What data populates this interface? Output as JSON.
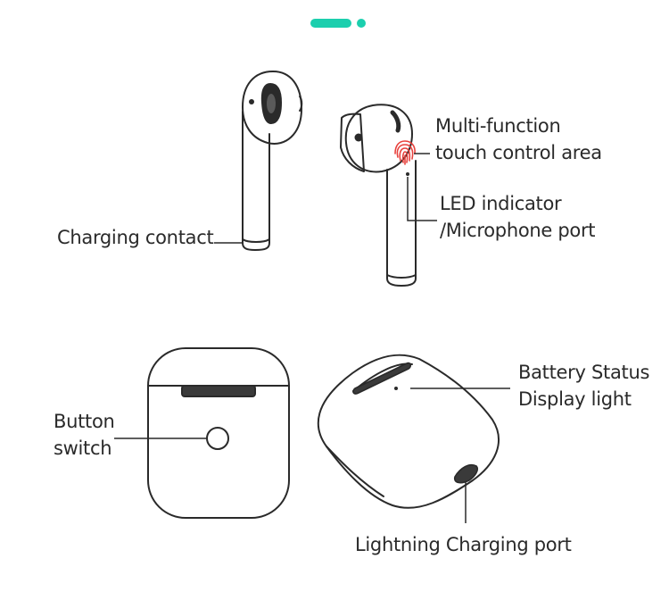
{
  "colors": {
    "accent_teal": "#1ccfae",
    "line": "#2a2a2a",
    "fingerprint_red": "#e8413c"
  },
  "icons": {
    "carousel_indicator": "carousel-dots-icon",
    "touch_area": "fingerprint-icon"
  },
  "labels": {
    "charging_contact": "Charging contact",
    "multi_function_line1": "Multi-function",
    "multi_function_line2": "touch control area",
    "led_line1": "LED indicator",
    "led_line2": "/Microphone port",
    "button_line1": "Button",
    "button_line2": "switch",
    "battery_line1": "Battery Status",
    "battery_line2": "Display light",
    "lightning": "Lightning Charging port"
  }
}
